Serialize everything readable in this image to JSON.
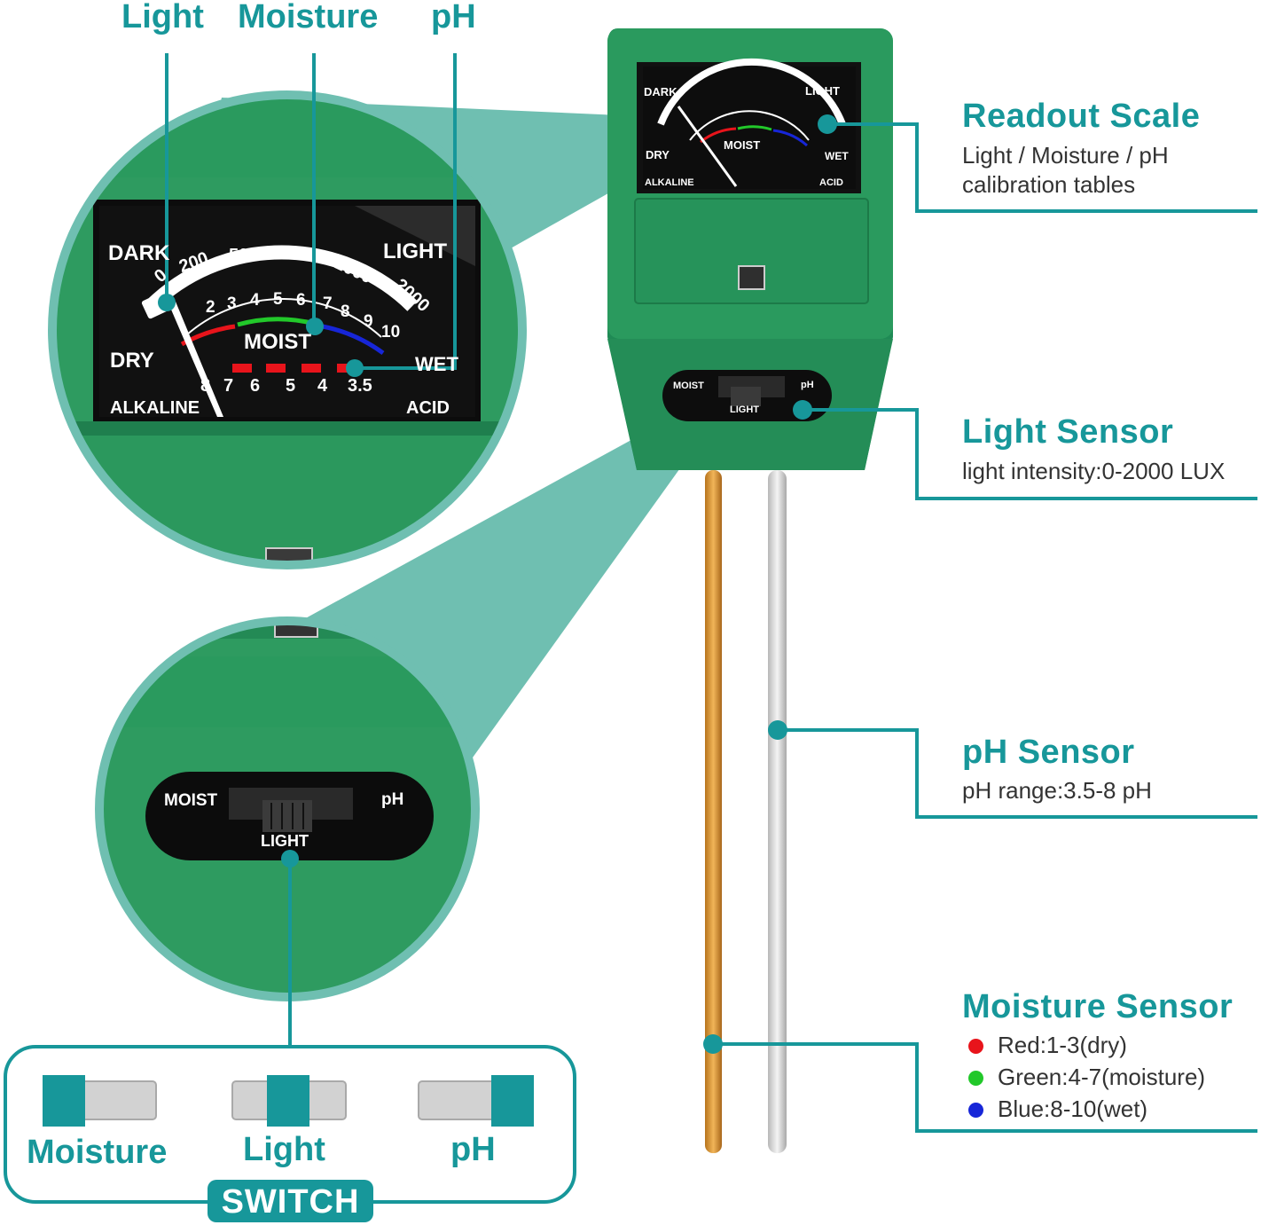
{
  "top_labels": {
    "light": "Light",
    "moisture": "Moisture",
    "ph": "pH"
  },
  "callouts": {
    "readout": {
      "title": "Readout Scale",
      "desc": [
        "Light / Moisture / pH",
        "calibration tables"
      ]
    },
    "light": {
      "title": "Light Sensor",
      "desc": [
        "light intensity:0-2000 LUX"
      ]
    },
    "ph": {
      "title": "pH Sensor",
      "desc": [
        "pH range:3.5-8 pH"
      ]
    },
    "moisture": {
      "title": "Moisture Sensor",
      "legend": [
        {
          "label": "Red:1-3(dry)",
          "color": "#e8141b"
        },
        {
          "label": "Green:4-7(moisture)",
          "color": "#22c82a"
        },
        {
          "label": "Blue:8-10(wet)",
          "color": "#1726d8"
        }
      ]
    }
  },
  "meter": {
    "dark": "DARK",
    "light": "LIGHT",
    "dry": "DRY",
    "wet": "WET",
    "alkaline": "ALKALINE",
    "acid": "ACID",
    "moist": "MOIST",
    "lux_ticks": [
      "0",
      "200",
      "500",
      "1000",
      "2000"
    ],
    "moist_ticks": [
      "2",
      "3",
      "4",
      "5",
      "6",
      "7",
      "8",
      "9",
      "10"
    ],
    "ph_ticks": [
      "8",
      "7",
      "6",
      "5",
      "4",
      "3.5"
    ]
  },
  "device_switch": {
    "left": "MOIST",
    "right": "pH",
    "bottom": "LIGHT"
  },
  "switch_panel": {
    "options": [
      "Moisture",
      "Light",
      "pH"
    ],
    "badge": "SWITCH"
  },
  "colors": {
    "accent": "#17979a",
    "device_green": "#2a9a5e",
    "red_band": "#e8141b",
    "green_band": "#22c82a",
    "blue_band": "#1726d8"
  }
}
